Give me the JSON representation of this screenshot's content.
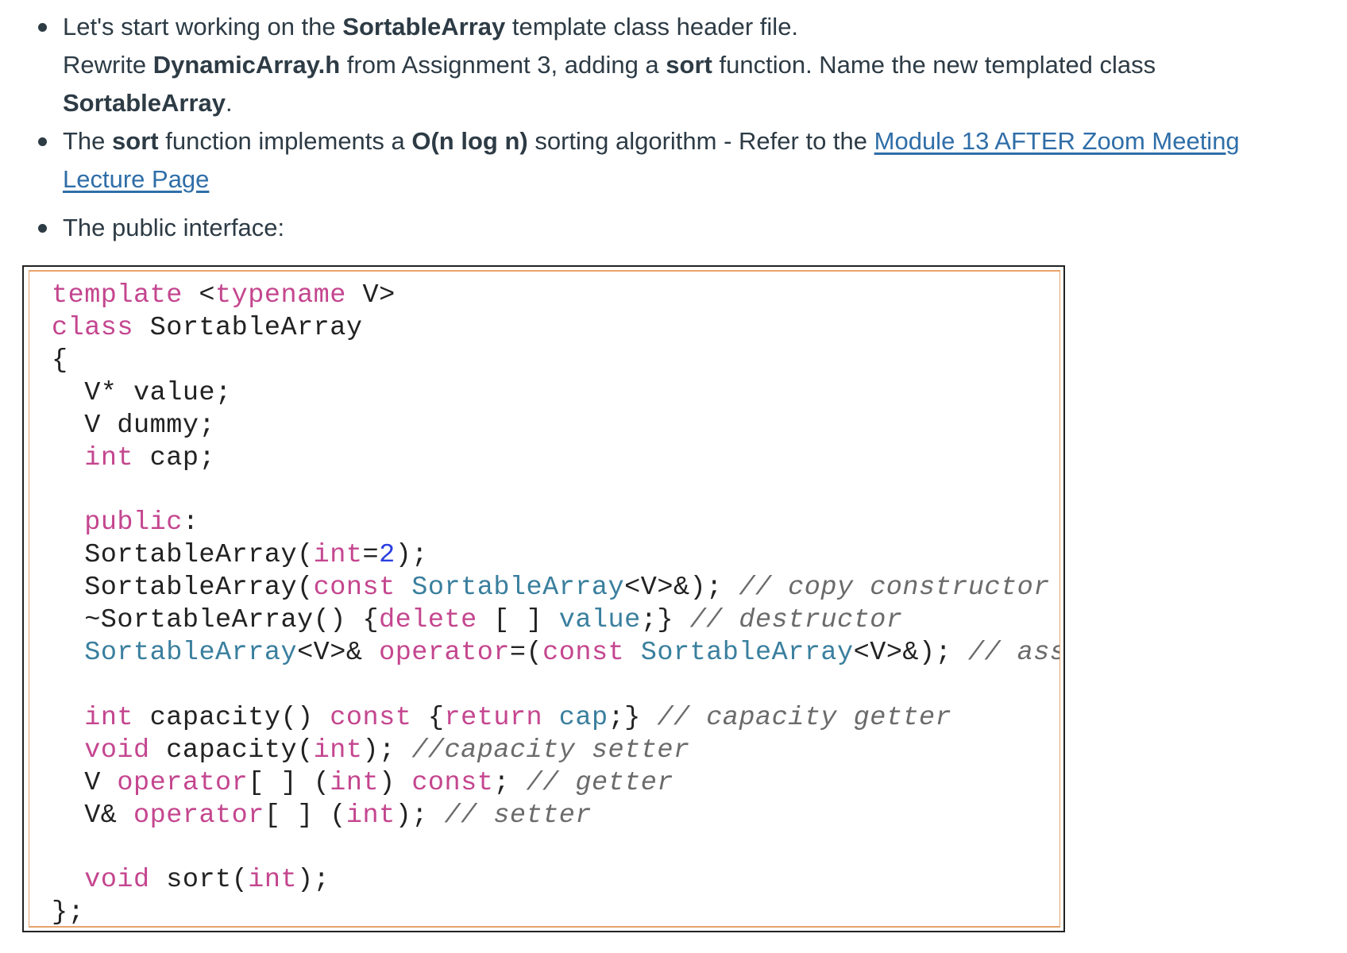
{
  "bullets": [
    {
      "line1": {
        "a": "Let's start working on the ",
        "b": "SortableArray",
        "c": " template class header file."
      },
      "line2": {
        "a": "Rewrite ",
        "b": "DynamicArray.h",
        "c": " from Assignment 3, adding a ",
        "d": "sort",
        "e": " function. Name the new templated class"
      },
      "line3": {
        "a": "SortableArray",
        "b": "."
      }
    },
    {
      "line1": {
        "a": "The ",
        "b": "sort",
        "c": " function implements a ",
        "d": "O(n log n)",
        "e": " sorting algorithm - Refer to the ",
        "link": "Module 13 AFTER Zoom Meeting"
      },
      "line2": {
        "link": "Lecture Page"
      }
    },
    {
      "line1": {
        "a": "The public interface:"
      }
    }
  ],
  "code": {
    "l1": {
      "a": "template",
      "b": " <",
      "c": "typename",
      "d": " V>"
    },
    "l2": {
      "a": "class",
      "b": " SortableArray"
    },
    "l3": {
      "a": "{"
    },
    "l4": {
      "a": "  V* value;"
    },
    "l5": {
      "a": "  V dummy;"
    },
    "l6": {
      "a": "int",
      "b": " cap;"
    },
    "l8": {
      "a": "public",
      "b": ":"
    },
    "l9": {
      "a": "  SortableArray(",
      "b": "int",
      "c": "=",
      "d": "2",
      "e": ");"
    },
    "l10": {
      "a": "  SortableArray(",
      "b": "const",
      "c": " ",
      "d": "SortableArray",
      "e": "<V>&); ",
      "f": "// copy constructor"
    },
    "l11": {
      "a": "  ~SortableArray() {",
      "b": "delete",
      "c": " [ ] ",
      "d": "value",
      "e": ";} ",
      "f": "// destructor"
    },
    "l12": {
      "a": "SortableArray",
      "b": "<V>& ",
      "c": "operator",
      "d": "=(",
      "e": "const",
      "f": " ",
      "g": "SortableArray",
      "h": "<V>&); ",
      "i": "// assignment operator"
    },
    "l14": {
      "a": "int",
      "b": " capacity() ",
      "c": "const",
      "d": " {",
      "e": "return",
      "f": " ",
      "g": "cap",
      "h": ";} ",
      "i": "// capacity getter"
    },
    "l15": {
      "a": "void",
      "b": " capacity(",
      "c": "int",
      "d": "); ",
      "e": "//capacity setter"
    },
    "l16": {
      "a": "  V ",
      "b": "operator",
      "c": "[ ] (",
      "d": "int",
      "e": ") ",
      "f": "const",
      "g": "; ",
      "h": "// getter"
    },
    "l17": {
      "a": "  V& ",
      "b": "operator",
      "c": "[ ] (",
      "d": "int",
      "e": "); ",
      "f": "// setter"
    },
    "l19": {
      "a": "void",
      "b": " sort(",
      "c": "int",
      "d": ");"
    },
    "l20": {
      "a": "};"
    }
  },
  "colors": {
    "text": "#2d3b45",
    "link": "#2f6ea8",
    "keyword": "#c4468f",
    "type": "#3a7f9e",
    "number": "#2b3fe0",
    "comment": "#6b6b6b",
    "panel_border": "#e8a36b"
  }
}
